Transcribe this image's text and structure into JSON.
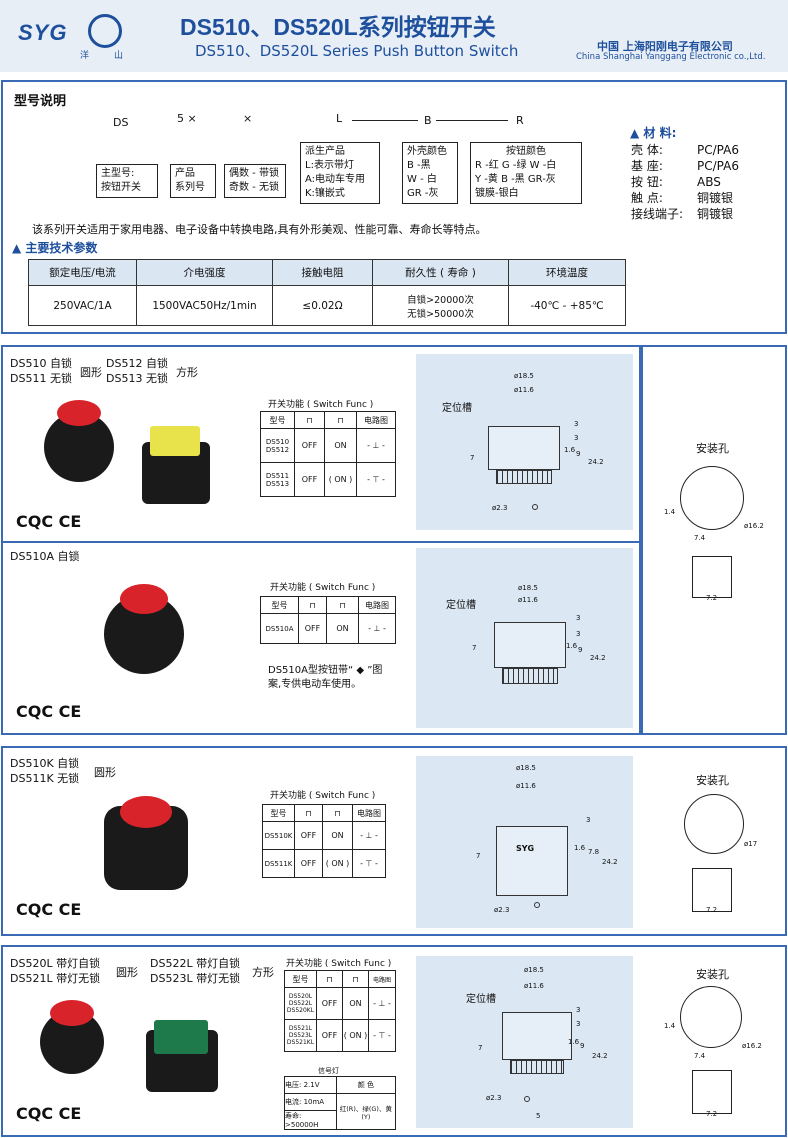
{
  "header": {
    "logo": "SYG",
    "emblem_label_l": "洋",
    "emblem_label_r": "山",
    "title_cn": "DS510、DS520L系列按钮开关",
    "title_en": "DS510、DS520L Series Push Button Switch",
    "company_cn": "中国 上海阳刚电子有限公司",
    "company_en": "China Shanghai Yanggang Electronic co.,Ltd."
  },
  "model": {
    "heading": "型号说明",
    "codes": [
      "DS",
      "5 ×",
      "×",
      "L",
      "B",
      "R"
    ],
    "main_box": [
      "主型号:",
      "按钮开关"
    ],
    "series_box": [
      "产品",
      "系列号"
    ],
    "even_box": [
      "偶数 - 带锁",
      "奇数 - 无锁"
    ],
    "derived_box": [
      "派生产品",
      "L:表示带灯",
      "A:电动车专用",
      "K:镶嵌式"
    ],
    "shell_box": [
      "外壳颜色",
      "B -黑",
      "W - 白",
      "GR -灰"
    ],
    "button_box": [
      "按钮颜色",
      "R -红  G -绿  W -白",
      "Y -黄  B -黑  GR-灰",
      "镀膜-银白"
    ]
  },
  "materials": {
    "heading": "▲ 材 料:",
    "rows": [
      [
        "壳    体:",
        "PC/PA6"
      ],
      [
        "基    座:",
        "PC/PA6"
      ],
      [
        "按    钮:",
        "ABS"
      ],
      [
        "触    点:",
        "铜镀银"
      ],
      [
        "接线端子:",
        "铜镀银"
      ]
    ]
  },
  "intro": "该系列开关适用于家用电器、电子设备中转换电路,具有外形美观、性能可靠、寿命长等特点。",
  "specs": {
    "heading": "▲ 主要技术参数",
    "headers": [
      "额定电压/电流",
      "介电强度",
      "接触电阻",
      "耐久性 ( 寿命 )",
      "环境温度"
    ],
    "values": [
      "250VAC/1A",
      "1500VAC50Hz/1min",
      "≤0.02Ω",
      "自锁>20000次",
      "无锁>50000次",
      "-40℃ - +85℃"
    ]
  },
  "sec1": {
    "m1": "DS510 自锁",
    "m2": "DS511 无锁",
    "shape1": "圆形",
    "m3": "DS512 自锁",
    "m4": "DS513 无锁",
    "shape2": "方形",
    "func_title": "开关功能 ( Switch Func )",
    "col_type": "型号",
    "col_circ": "电路图",
    "r1_type": "DS510\nDS512",
    "r1a": "OFF",
    "r1b": "ON",
    "r2_type": "DS511\nDS513",
    "r2a": "OFF",
    "r2b": "( ON )",
    "groove": "定位槽",
    "d1": "ø18.5",
    "d2": "ø11.6",
    "d3": "ø2.3",
    "dims": [
      "3",
      "3",
      "1.6",
      "9",
      "24.2",
      "7"
    ]
  },
  "mount1": {
    "title": "安装孔",
    "d": "ø16.2",
    "w1": "7.4",
    "w2": "7.2",
    "h": "1.4"
  },
  "sec2": {
    "m1": "DS510A 自锁",
    "func_title": "开关功能 ( Switch Func )",
    "col_type": "型号",
    "col_circ": "电路图",
    "r1_type": "DS510A",
    "r1a": "OFF",
    "r1b": "ON",
    "note1": "DS510A型按钮带“",
    "note2": "”图",
    "note3": "案,专供电动车使用。",
    "groove": "定位槽",
    "d1": "ø18.5",
    "d2": "ø11.6",
    "dims": [
      "3",
      "3",
      "1.6",
      "9",
      "24.2",
      "7"
    ]
  },
  "sec3": {
    "m1": "DS510K 自锁",
    "m2": "DS511K 无锁",
    "shape": "圆形",
    "func_title": "开关功能 ( Switch Func )",
    "col_type": "型号",
    "col_circ": "电路图",
    "r1_type": "DS510K",
    "r1a": "OFF",
    "r1b": "ON",
    "r2_type": "DS511K",
    "r2a": "OFF",
    "r2b": "( ON )",
    "d1": "ø18.5",
    "d2": "ø11.6",
    "d3": "ø2.3",
    "dims": [
      "3",
      "1.6",
      "7.8",
      "24.2",
      "7"
    ],
    "logo": "SYG",
    "mount_title": "安装孔",
    "mount_d": "ø17",
    "mount_w": "7.2"
  },
  "sec4": {
    "m1": "DS520L 带灯自锁",
    "m2": "DS521L 带灯无锁",
    "shape1": "圆形",
    "m3": "DS522L 带灯自锁",
    "m4": "DS523L 带灯无锁",
    "shape2": "方形",
    "func_title": "开关功能 ( Switch Func )",
    "col_type": "型号",
    "col_circ": "电路图",
    "r1_type": "DS520L\nDS522L\nDS520KL",
    "r1a": "OFF",
    "r1b": "ON",
    "r2_type": "DS521L\nDS523L\nDS521KL",
    "r2a": "OFF",
    "r2b": "( ON )",
    "lamp_title": "信号灯",
    "lamp_v": "电压: 2.1V",
    "lamp_color_h": "颜    色",
    "lamp_i": "电流: 10mA",
    "lamp_life": "寿命: >50000H",
    "lamp_colors": "红(R)、绿(G)、黄(Y)",
    "groove": "定位槽",
    "d1": "ø18.5",
    "d2": "ø11.6",
    "d3": "ø2.3",
    "dims": [
      "3",
      "3",
      "1.6",
      "9",
      "24.2",
      "7",
      "5"
    ],
    "mount_title": "安装孔",
    "mount_d": "ø16.2",
    "w1": "7.4",
    "w2": "7.2",
    "h": "1.4"
  },
  "cert": "CQC CE"
}
